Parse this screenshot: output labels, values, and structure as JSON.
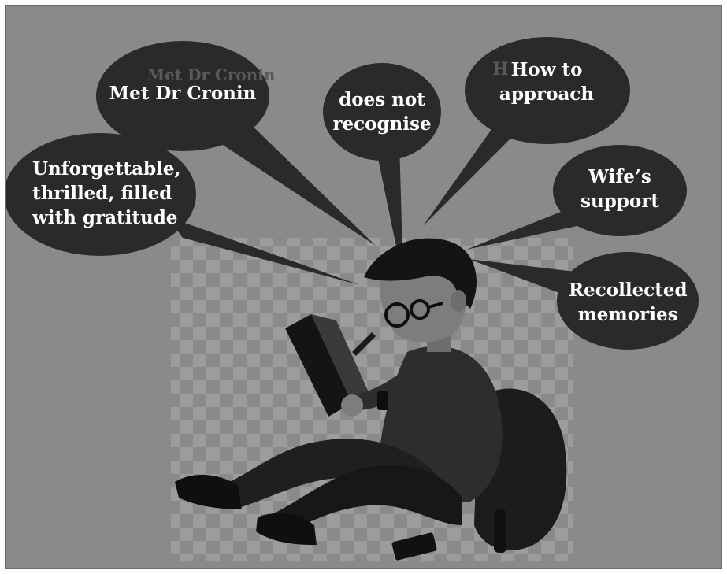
{
  "colors": {
    "background": "#8a8a8a",
    "bubble": "#2a2a2a",
    "figure_dark": "#1c1c1c",
    "skin": "#7d7d7d",
    "text": "#ffffff"
  },
  "bubbles": {
    "met_dr_cronin": {
      "lines": [
        "Met Dr Cronin"
      ]
    },
    "does_not_recognise": {
      "lines": [
        "does not",
        "recognise"
      ]
    },
    "how_to_approach": {
      "lines": [
        "How to",
        "approach"
      ]
    },
    "unforgettable": {
      "lines": [
        "Unforgettable,",
        "thrilled, filled",
        "with gratitude"
      ]
    },
    "wifes_support": {
      "lines": [
        "Wife’s",
        "support"
      ]
    },
    "recollected_memories": {
      "lines": [
        "Recollected",
        "memories"
      ]
    }
  }
}
